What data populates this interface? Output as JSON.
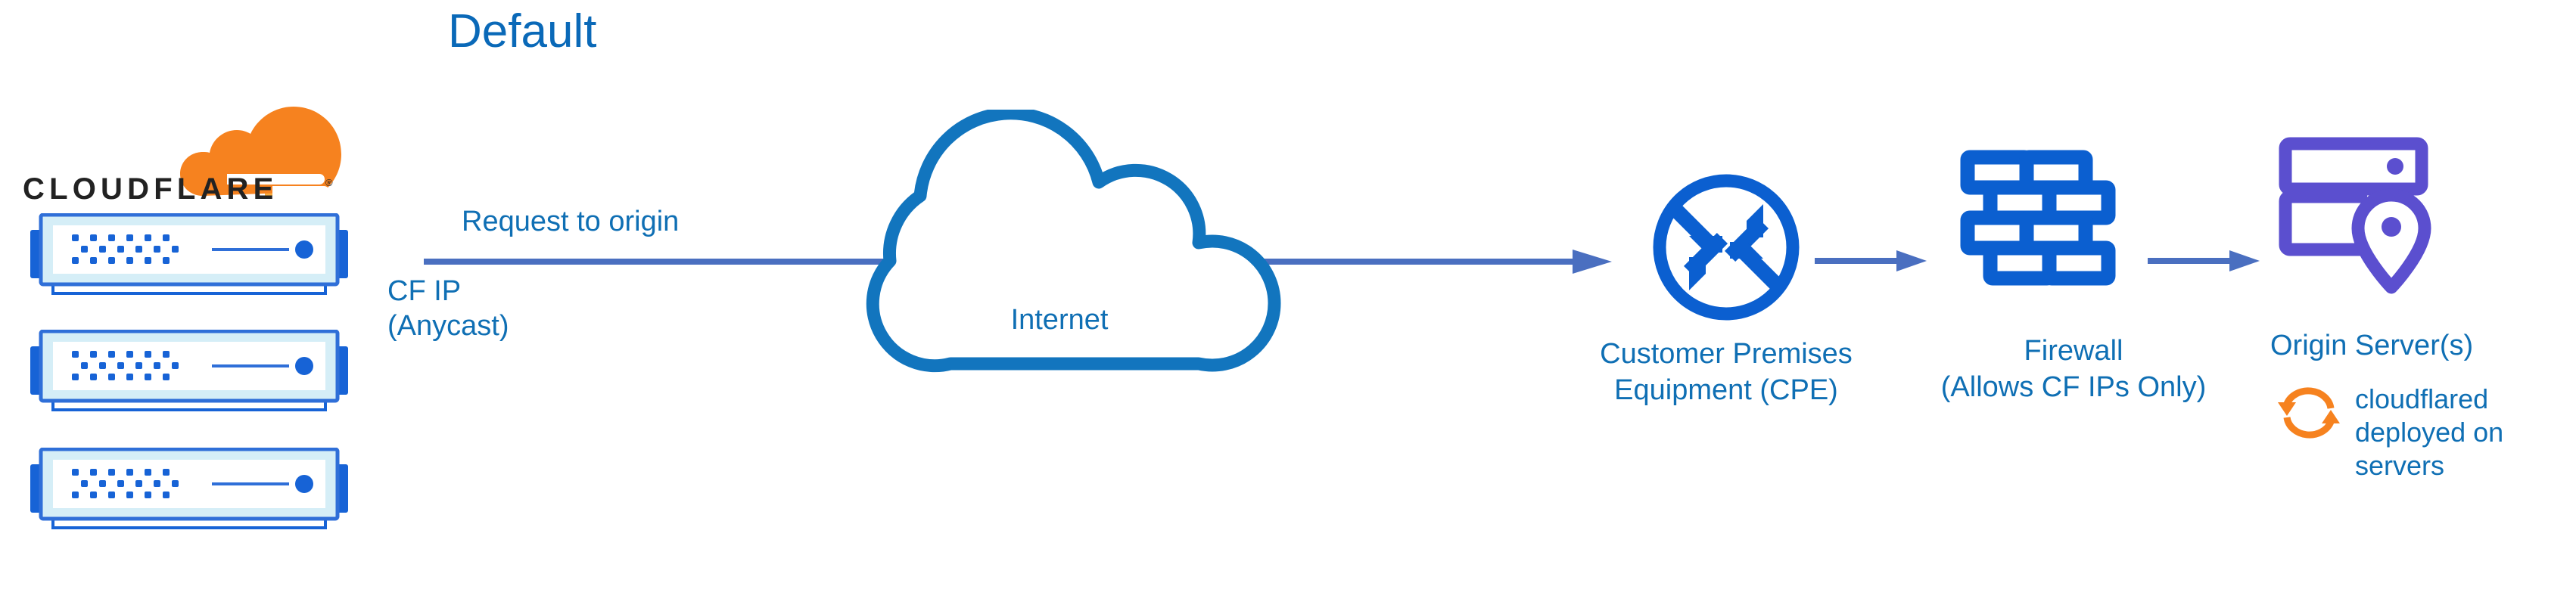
{
  "title": "Default",
  "colors": {
    "title_blue": "#0a69b8",
    "label_blue": "#0f6fb4",
    "arrow_blue": "#4a6fc0",
    "icon_blue": "#0b5fd0",
    "cloud_blue": "#1275be",
    "origin_purple": "#5b4fcf",
    "cloudflare_orange": "#f6821f",
    "cloudflare_orange_light": "#faad3f",
    "wordmark_black": "#222222",
    "server_panel": "#ffffff",
    "server_band": "#d5eef7"
  },
  "logo": {
    "cloud_icon_name": "cloudflare-cloud-logo",
    "wordmark": "CLOUDFLARE",
    "registered_mark": "®"
  },
  "servers": {
    "count": 3,
    "icon_name": "cloudflare-edge-server"
  },
  "flow": {
    "request_label": "Request to origin",
    "cf_ip_label_line1": "CF IP",
    "cf_ip_label_line2": "(Anycast)",
    "arrow_icon_name": "right-arrow"
  },
  "internet": {
    "label": "Internet",
    "icon_name": "cloud-outline-icon"
  },
  "cpe": {
    "label_line1": "Customer Premises",
    "label_line2": "Equipment (CPE)",
    "icon_name": "router-four-arrows-icon"
  },
  "firewall": {
    "label_line1": "Firewall",
    "label_line2": "(Allows CF IPs Only)",
    "icon_name": "brick-wall-icon"
  },
  "origin": {
    "label": "Origin Server(s)",
    "icon_name": "server-with-location-pin-icon"
  },
  "cloudflared": {
    "icon_name": "sync-arrows-icon",
    "note_line1": "cloudflared",
    "note_line2": "deployed on",
    "note_line3": "servers"
  }
}
